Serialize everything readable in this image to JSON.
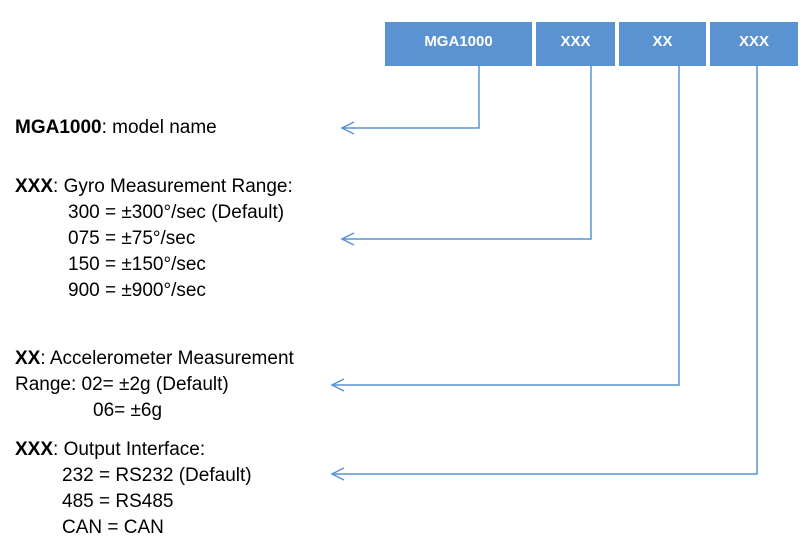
{
  "header_boxes": [
    "MGA1000",
    "XXX",
    "XX",
    "XXX"
  ],
  "fields": [
    {
      "code": "MGA1000",
      "label": ": model name",
      "options": []
    },
    {
      "code": "XXX",
      "label": ": Gyro Measurement Range:",
      "options": [
        "300 = ±300°/sec (Default)",
        "075 = ±75°/sec",
        "150 = ±150°/sec",
        "900 = ±900°/sec"
      ]
    },
    {
      "code": "XX",
      "label": ": Accelerometer Measurement",
      "label2": "Range: 02= ±2g (Default)",
      "options": [
        "06= ±6g"
      ]
    },
    {
      "code": "XXX",
      "label": ": Output Interface:",
      "options": [
        "232 = RS232 (Default)",
        "485 = RS485",
        "CAN = CAN"
      ]
    }
  ],
  "colors": {
    "box_fill": "#5b93d2",
    "connector": "#5b93d2",
    "text": "#000000"
  }
}
